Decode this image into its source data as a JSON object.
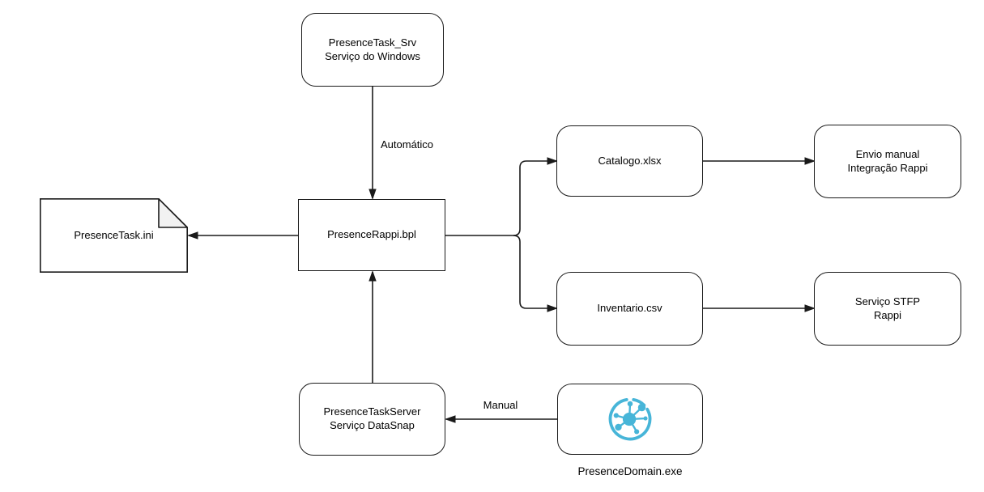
{
  "diagram": {
    "background": "#ffffff",
    "stroke_color": "#1a1a1a",
    "note_fold_fill": "#f2f2f2",
    "icon_color": "#47b5d8",
    "nodes": {
      "presence_task_srv": {
        "label": "PresenceTask_Srv\nServiço do Windows",
        "shape": "rounded-rectangle"
      },
      "presence_rappi_bpl": {
        "label": "PresenceRappi.bpl",
        "shape": "rectangle"
      },
      "presence_task_ini": {
        "label": "PresenceTask.ini",
        "shape": "note"
      },
      "catalogo_xlsx": {
        "label": "Catalogo.xlsx",
        "shape": "rounded-rectangle"
      },
      "envio_manual": {
        "label": "Envio manual\nIntegração Rappi",
        "shape": "rounded-rectangle"
      },
      "inventario_csv": {
        "label": "Inventario.csv",
        "shape": "rounded-rectangle"
      },
      "servico_stfp": {
        "label": "Serviço STFP\nRappi",
        "shape": "rounded-rectangle"
      },
      "presence_task_server": {
        "label": "PresenceTaskServer\nServiço DataSnap",
        "shape": "rounded-rectangle"
      },
      "presence_domain": {
        "label": "PresenceDomain.exe",
        "shape": "rounded-rectangle",
        "icon": "network-nodes-icon",
        "icon_color": "#47b5d8"
      }
    },
    "edge_labels": {
      "automatico": "Automático",
      "manual": "Manual"
    },
    "edges": [
      {
        "from": "PresenceTask_Srv Serviço do Windows",
        "to": "PresenceRappi.bpl",
        "label": "Automático"
      },
      {
        "from": "PresenceRappi.bpl",
        "to": "PresenceTask.ini",
        "label": ""
      },
      {
        "from": "PresenceRappi.bpl",
        "to": "Catalogo.xlsx",
        "label": ""
      },
      {
        "from": "PresenceRappi.bpl",
        "to": "Inventario.csv",
        "label": ""
      },
      {
        "from": "Catalogo.xlsx",
        "to": "Envio manual Integração Rappi",
        "label": ""
      },
      {
        "from": "Inventario.csv",
        "to": "Serviço STFP Rappi",
        "label": ""
      },
      {
        "from": "PresenceTaskServer Serviço DataSnap",
        "to": "PresenceRappi.bpl",
        "label": ""
      },
      {
        "from": "PresenceDomain.exe",
        "to": "PresenceTaskServer Serviço DataSnap",
        "label": "Manual"
      }
    ]
  }
}
